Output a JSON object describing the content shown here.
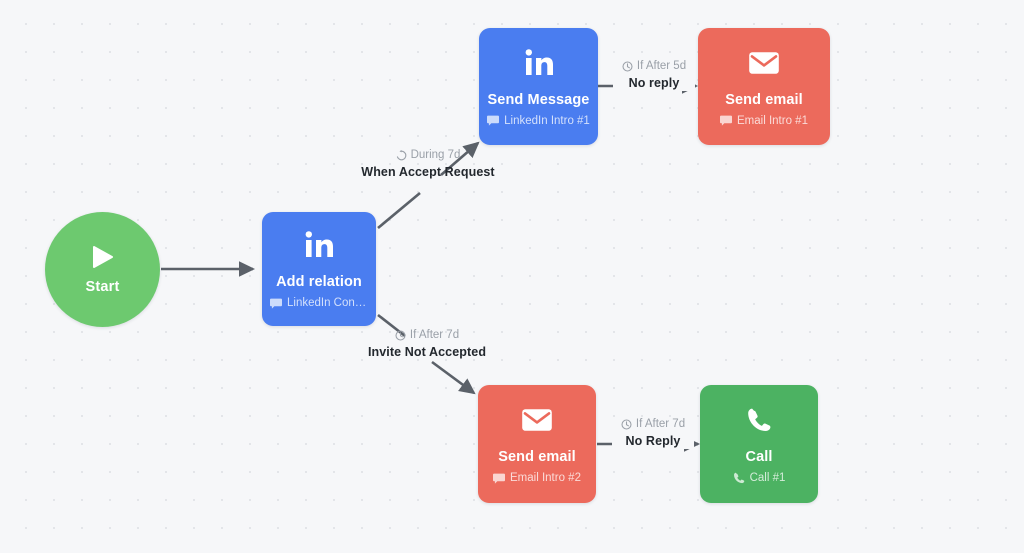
{
  "canvas": {
    "background_color": "#f6f7f9",
    "grid_dot_color": "#e3e5e9"
  },
  "palette": {
    "blue": "#4a7df0",
    "red": "#ec6a5c",
    "green": "#4cb262",
    "start_green": "#6dc96f",
    "edge": "#5b6169",
    "label_muted": "#9aa0a8",
    "label_strong": "#23282e"
  },
  "nodes": {
    "start": {
      "label": "Start",
      "icon": "play-icon",
      "color": "#6dc96f"
    },
    "add_relation": {
      "title": "Add relation",
      "subtitle": "LinkedIn Conta...",
      "icon": "linkedin-icon",
      "sub_icon": "chat-bubble-icon",
      "color": "#4a7df0"
    },
    "send_message": {
      "title": "Send Message",
      "subtitle": "LinkedIn Intro #1",
      "icon": "linkedin-icon",
      "sub_icon": "chat-bubble-icon",
      "color": "#4a7df0"
    },
    "send_email_1": {
      "title": "Send email",
      "subtitle": "Email Intro #1",
      "icon": "envelope-icon",
      "sub_icon": "chat-bubble-icon",
      "color": "#ec6a5c"
    },
    "send_email_2": {
      "title": "Send email",
      "subtitle": "Email Intro #2",
      "icon": "envelope-icon",
      "sub_icon": "chat-bubble-icon",
      "color": "#ec6a5c"
    },
    "call": {
      "title": "Call",
      "subtitle": "Call #1",
      "icon": "phone-icon",
      "sub_icon": "phone-icon",
      "color": "#4cb262"
    }
  },
  "edges": {
    "accept_branch": {
      "condition": "During 7d",
      "condition_icon": "refresh-icon",
      "label": "When Accept Request"
    },
    "not_accepted_branch": {
      "condition": "If After 7d",
      "condition_icon": "clock-icon",
      "label": "Invite Not Accepted"
    },
    "message_no_reply": {
      "condition": "If After 5d",
      "condition_icon": "clock-icon",
      "label": "No reply"
    },
    "email_no_reply": {
      "condition": "If After 7d",
      "condition_icon": "clock-icon",
      "label": "No Reply"
    }
  }
}
